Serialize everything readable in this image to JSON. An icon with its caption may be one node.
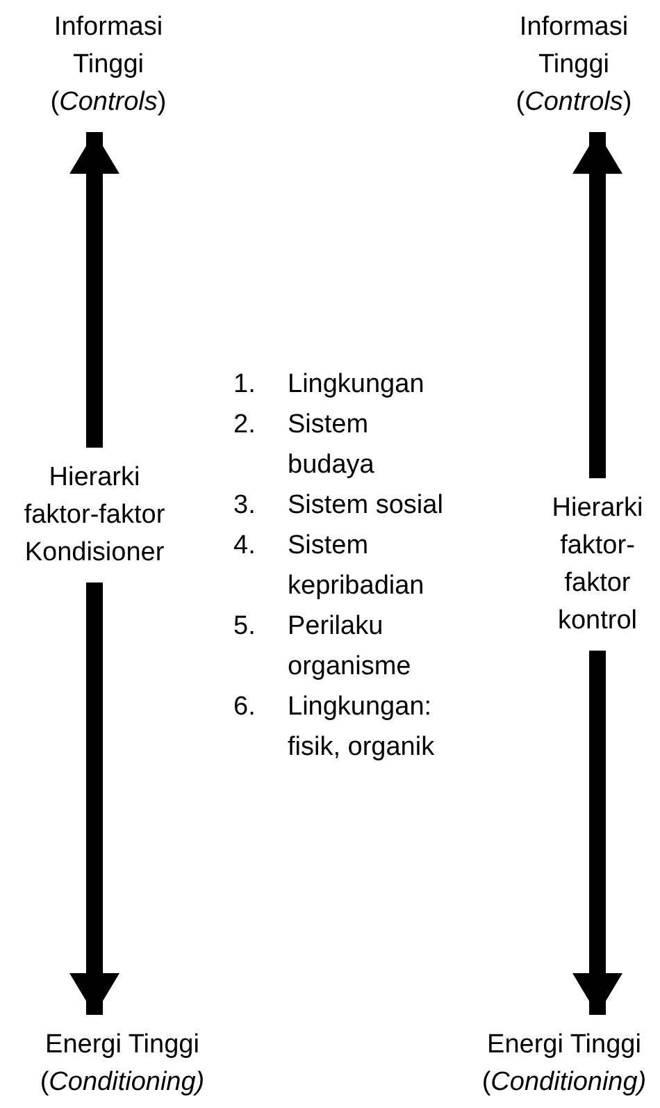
{
  "diagram": {
    "nodes": [
      {
        "text": [
          "Informasi Tinggi (*Controls*)"
        ]
      },
      {
        "text": [
          "Informasi Tinggi (*Controls*)"
        ]
      },
      {
        "text": [
          "Hierarki faktor-faktor Kondisioner"
        ]
      },
      {
        "text": [
          "Hierarki faktor-faktor kontrol"
        ]
      },
      {
        "text": [
          "Energi Tinggi (*Conditioning)*"
        ]
      },
      {
        "text": [
          "Energi Tinggi (*Conditioning)*"
        ]
      }
    ],
    "edges": [
      {
        "from": 2,
        "to": 0,
        "arrow": "to"
      },
      {
        "from": 2,
        "to": 4,
        "arrow": "to"
      },
      {
        "from": 3,
        "to": 1,
        "arrow": "to"
      },
      {
        "from": 3,
        "to": 5,
        "arrow": "to"
      }
    ],
    "labels": [
      "1.",
      "Lingkungan",
      "2.",
      "Sistem budaya",
      "3.",
      "Sistem sosial",
      "4.",
      "Sistem kepribadian",
      "5.",
      "Perilaku organisme",
      "6.",
      "Lingkungan: fisik, organik"
    ]
  }
}
